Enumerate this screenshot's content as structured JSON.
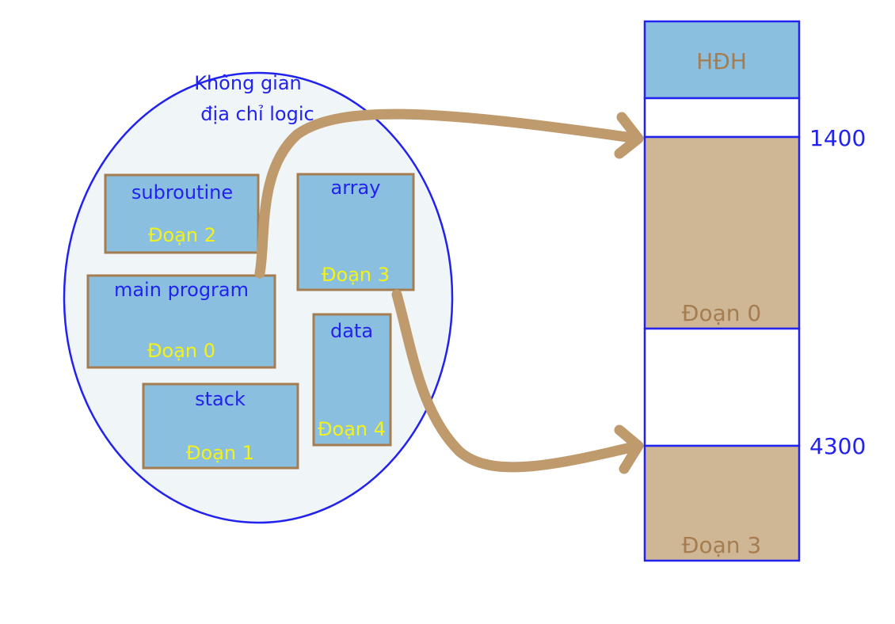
{
  "logical_space": {
    "label_line1": "Không gian",
    "label_line2": "địa chỉ logic"
  },
  "segments": {
    "subroutine": {
      "name": "subroutine",
      "segment": "Đoạn 2"
    },
    "array": {
      "name": "array",
      "segment": "Đoạn 3"
    },
    "main_program": {
      "name": "main program",
      "segment": "Đoạn 0"
    },
    "data": {
      "name": "data",
      "segment": "Đoạn 4"
    },
    "stack": {
      "name": "stack",
      "segment": "Đoạn 1"
    }
  },
  "memory": {
    "os_label": "HĐH",
    "block_segment0": "Đoạn 0",
    "block_segment3": "Đoạn 3",
    "address_1400": "1400",
    "address_4300": "4300"
  },
  "colors": {
    "ellipse_fill": "#f0f5f8",
    "ellipse_stroke": "#2222ee",
    "segment_fill": "#8bbfe0",
    "segment_stroke": "#a57d50",
    "memory_allocated_fill": "#cfb795",
    "memory_os_fill": "#8bbfe0",
    "arrow_color": "#bf9a6c",
    "text_blue": "#2222ee",
    "text_yellow": "#f2f21a",
    "text_brown": "#a57d50"
  }
}
